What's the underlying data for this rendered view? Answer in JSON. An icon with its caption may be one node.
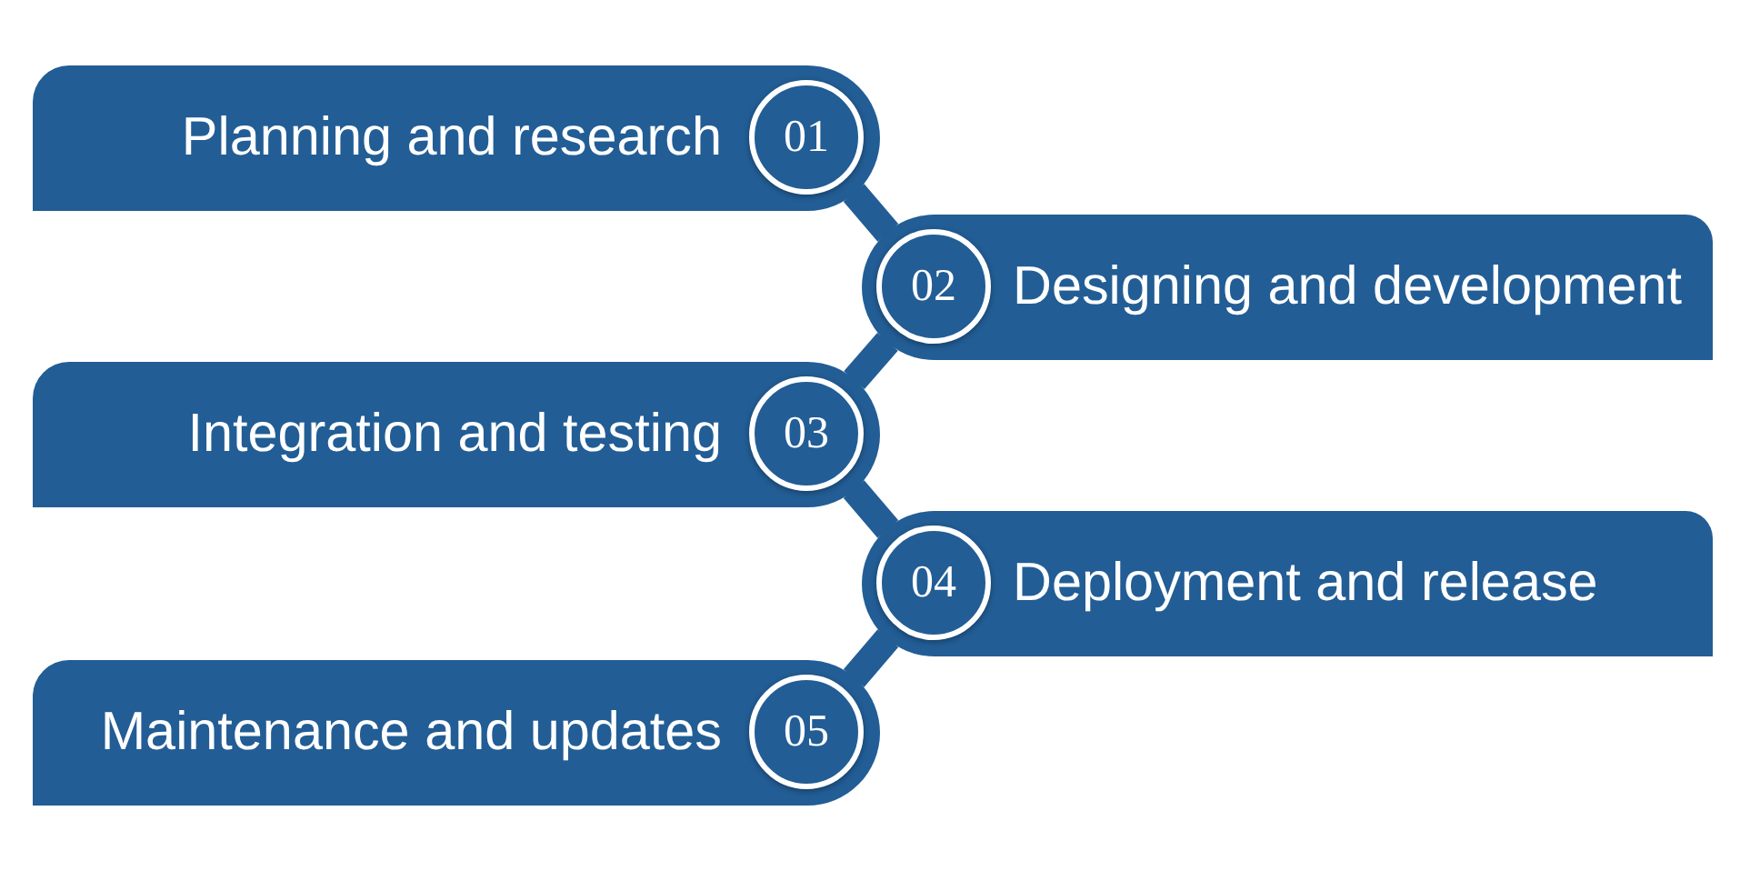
{
  "diagram": {
    "nodes": [
      {
        "text": [
          "Planning and research"
        ]
      },
      {
        "text": [
          "01"
        ],
        "in": 0
      },
      {
        "text": [
          "Designing and development"
        ]
      },
      {
        "text": [
          "02"
        ],
        "in": 2
      },
      {
        "text": [
          "Integration and testing"
        ]
      },
      {
        "text": [
          "03"
        ],
        "in": 4
      },
      {
        "text": [
          "Deployment and release"
        ]
      },
      {
        "text": [
          "04"
        ],
        "in": 6
      },
      {
        "text": [
          "Maintenance and updates"
        ]
      },
      {
        "text": [
          "05"
        ],
        "in": 8
      }
    ],
    "edges": [
      {
        "from": 0,
        "to": 2,
        "arrow": "none"
      },
      {
        "from": 2,
        "to": 4,
        "arrow": "none"
      },
      {
        "from": 4,
        "to": 6,
        "arrow": "none"
      },
      {
        "from": 6,
        "to": 8,
        "arrow": "none"
      }
    ]
  }
}
